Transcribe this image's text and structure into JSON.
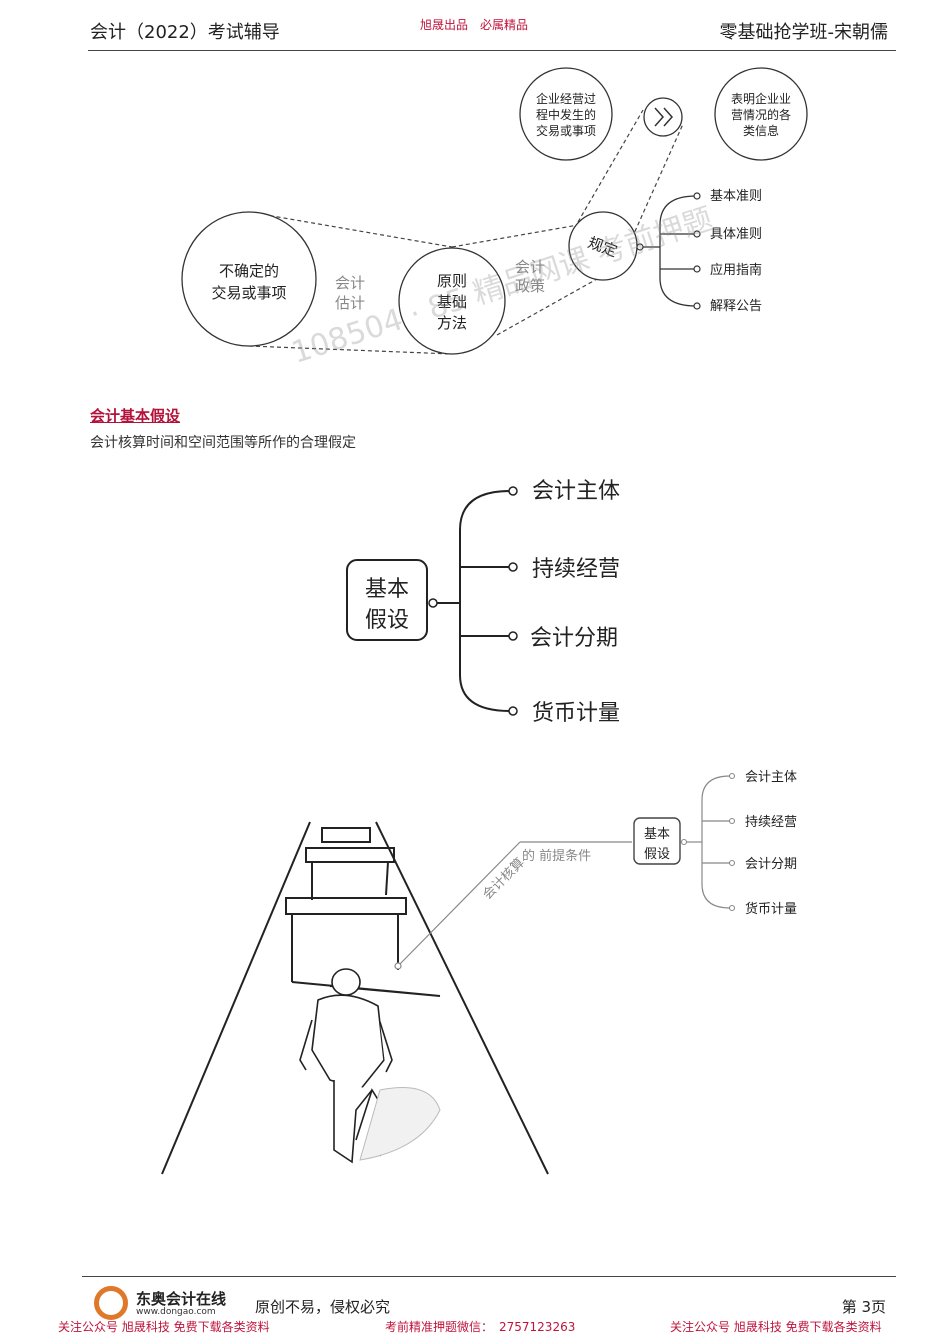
{
  "header": {
    "left": "会计（2022）考试辅导",
    "center": "旭晟出品　必属精品",
    "right": "零基础抢学班-宋朝儒"
  },
  "diagram1": {
    "top_left_circle": [
      "企业经营过",
      "程中发生的",
      "交易或事项"
    ],
    "top_right_circle": [
      "表明企业业",
      "营情况的各",
      "类信息"
    ],
    "arrow_icon": "double-chevron-right-icon",
    "big_circle": [
      "不确定的",
      "交易或事项"
    ],
    "estimate_label": [
      "会计",
      "估计"
    ],
    "mid_circle": [
      "原则",
      "基础",
      "方法"
    ],
    "policy_label": [
      "会计",
      "政策"
    ],
    "small_circle": "规定",
    "branches": [
      "基本准则",
      "具体准则",
      "应用指南",
      "解释公告"
    ]
  },
  "section": {
    "title": "会计基本假设",
    "desc": "会计核算时间和空间范围等所作的合理假定"
  },
  "watermark": "108504 · 85 精品网课 考前押题",
  "diagram2": {
    "root": [
      "基本",
      "假设"
    ],
    "branches": [
      "会计主体",
      "持续经营",
      "会计分期",
      "货币计量"
    ]
  },
  "diagram3": {
    "caption_rot": "会计核算",
    "caption": "的 前提条件",
    "root": [
      "基本",
      "假设"
    ],
    "branches": [
      "会计主体",
      "持续经营",
      "会计分期",
      "货币计量"
    ]
  },
  "footer": {
    "logo_name": "东奥会计在线",
    "logo_url": "www.dongao.com",
    "center": "原创不易，侵权必究",
    "page": "第 3页",
    "promo_left": "关注公众号 旭晟科技 免费下载各类资料",
    "promo_mid": "考前精准押题微信：　2757123263",
    "promo_right": "关注公众号 旭晟科技 免费下载各类资料"
  }
}
